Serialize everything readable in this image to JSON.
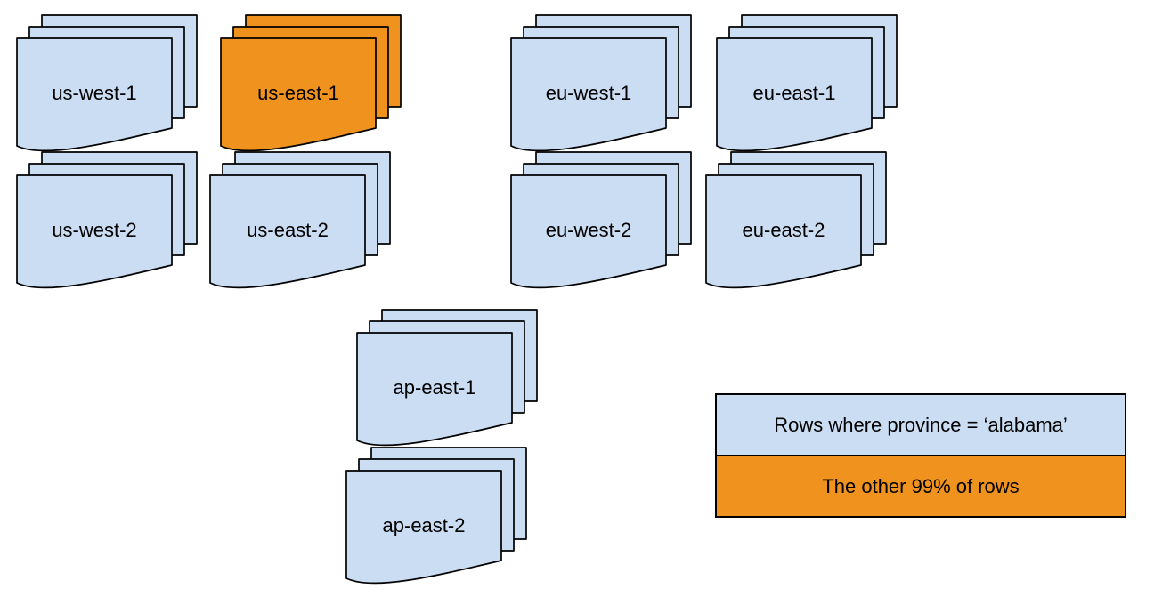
{
  "colors": {
    "light_blue": "#CBDDF3",
    "orange": "#F0931E",
    "stroke": "#000000"
  },
  "stacks": [
    {
      "label": "us-west-1",
      "variant": "blue"
    },
    {
      "label": "us-east-1",
      "variant": "orange"
    },
    {
      "label": "eu-west-1",
      "variant": "blue"
    },
    {
      "label": "eu-east-1",
      "variant": "blue"
    },
    {
      "label": "us-west-2",
      "variant": "blue"
    },
    {
      "label": "us-east-2",
      "variant": "blue"
    },
    {
      "label": "eu-west-2",
      "variant": "blue"
    },
    {
      "label": "eu-east-2",
      "variant": "blue"
    },
    {
      "label": "ap-east-1",
      "variant": "blue"
    },
    {
      "label": "ap-east-2",
      "variant": "blue"
    }
  ],
  "legend": {
    "items": [
      {
        "label": "Rows where province = ‘alabama’",
        "variant": "light_blue"
      },
      {
        "label": "The other 99% of rows",
        "variant": "orange"
      }
    ]
  }
}
